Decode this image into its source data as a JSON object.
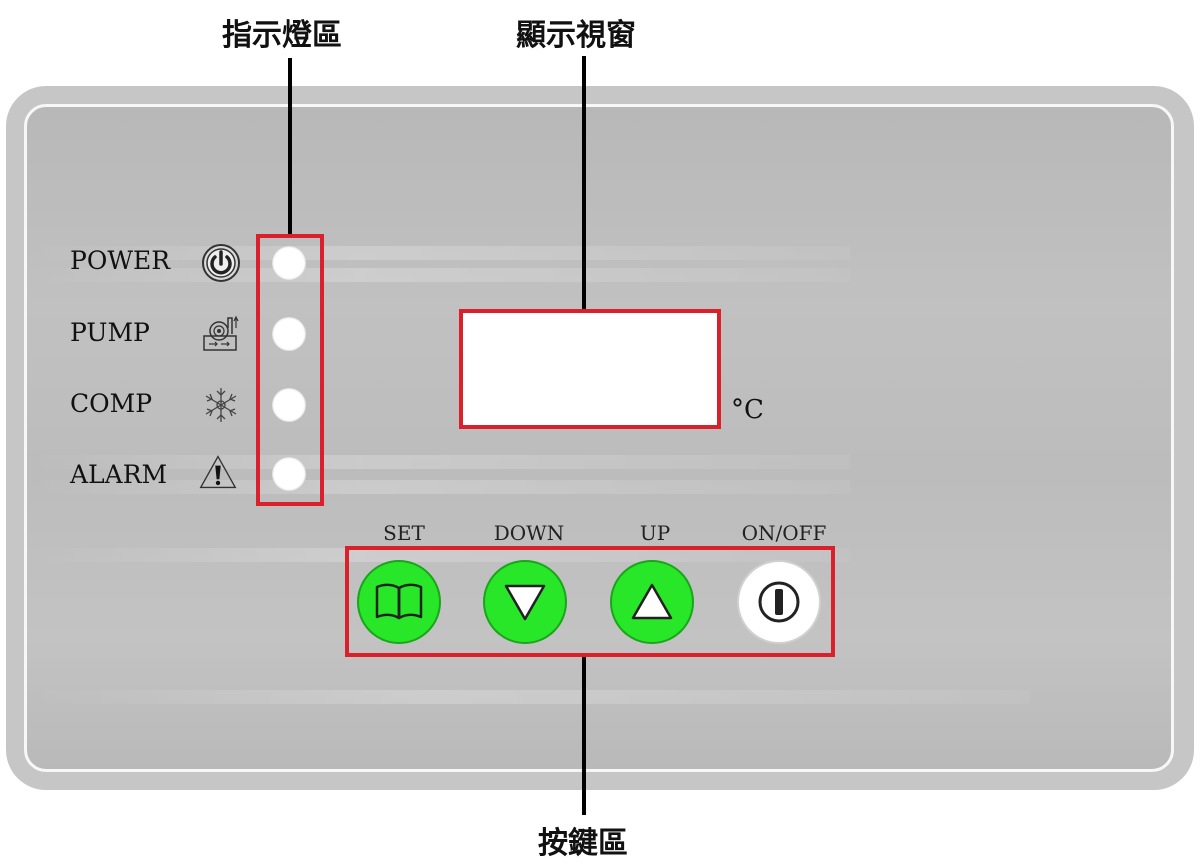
{
  "callouts": {
    "indicator_area": "指示燈區",
    "display_window": "顯示視窗",
    "button_area": "按鍵區"
  },
  "indicators": [
    {
      "label": "POWER",
      "icon": "power-icon"
    },
    {
      "label": "PUMP",
      "icon": "pump-icon"
    },
    {
      "label": "COMP",
      "icon": "snowflake-icon"
    },
    {
      "label": "ALARM",
      "icon": "warning-icon"
    }
  ],
  "display": {
    "unit": "°C"
  },
  "buttons": [
    {
      "label": "SET",
      "icon": "book-icon",
      "color": "#28e628"
    },
    {
      "label": "DOWN",
      "icon": "down-triangle-icon",
      "color": "#28e628"
    },
    {
      "label": "UP",
      "icon": "up-triangle-icon",
      "color": "#28e628"
    },
    {
      "label": "ON/OFF",
      "icon": "power-switch-icon",
      "color": "#ffffff"
    }
  ],
  "colors": {
    "highlight": "#d9202b",
    "panel": "#c0c0c0",
    "button_green": "#28e628"
  }
}
